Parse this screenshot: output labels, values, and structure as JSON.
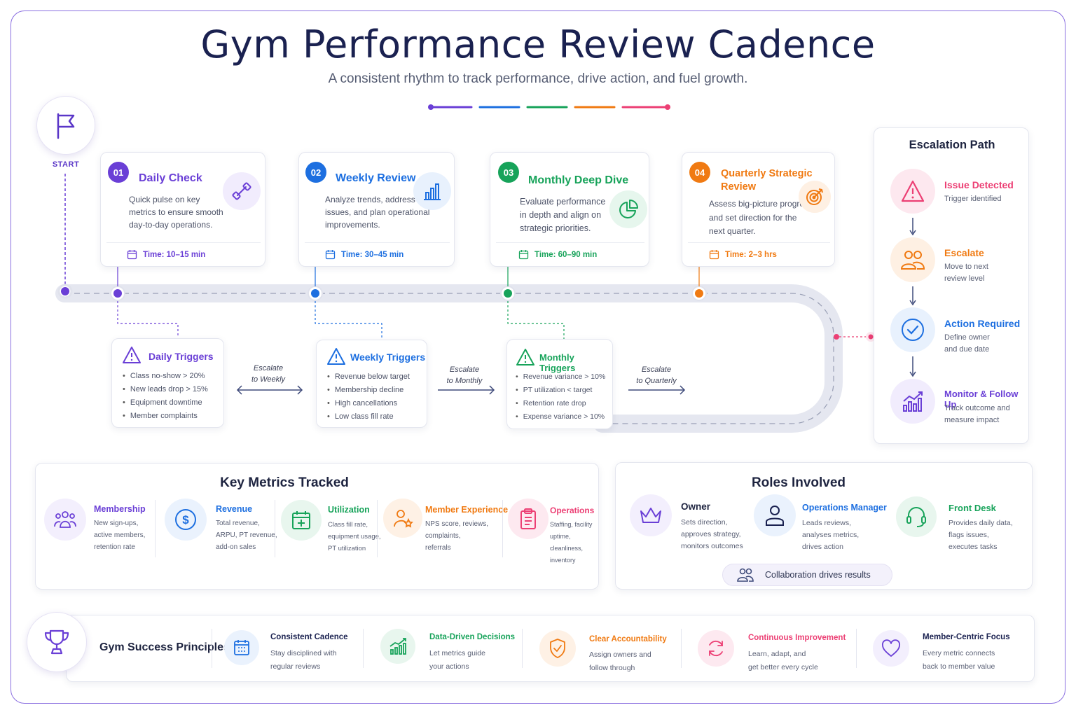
{
  "header": {
    "title": "Gym Performance Review Cadence",
    "subtitle": "A consistent rhythm to track performance, drive action, and fuel growth."
  },
  "colors": {
    "purple": "#6a3fd6",
    "blue": "#1d6fe0",
    "green": "#17a35a",
    "orange": "#f07a12",
    "pink": "#ec3f74",
    "navy": "#1a2150"
  },
  "start_label": "START",
  "steps": [
    {
      "num": "01",
      "title": "Daily Check",
      "desc": [
        "Quick pulse on key",
        "metrics to ensure smooth",
        "day-to-day operations."
      ],
      "time": "Time: 10–15 min",
      "icon": "dumbbell-icon"
    },
    {
      "num": "02",
      "title": "Weekly Review",
      "desc": [
        "Analyze trends, address",
        "issues, and plan operational",
        "improvements."
      ],
      "time": "Time: 30–45 min",
      "icon": "bar-chart-icon"
    },
    {
      "num": "03",
      "title": "Monthly Deep Dive",
      "desc": [
        "Evaluate performance",
        "in depth and align on",
        "strategic priorities."
      ],
      "time": "Time: 60–90 min",
      "icon": "pie-chart-icon"
    },
    {
      "num": "04",
      "title": [
        "Quarterly Strategic",
        "Review"
      ],
      "desc": [
        "Assess big-picture progress",
        "and set direction for the",
        "next quarter."
      ],
      "time": "Time: 2–3 hrs",
      "icon": "target-icon"
    }
  ],
  "triggers": [
    {
      "title": "Daily Triggers",
      "items": [
        "Class no-show > 20%",
        "New leads drop > 15%",
        "Equipment downtime",
        "Member complaints"
      ]
    },
    {
      "title": "Weekly Triggers",
      "items": [
        "Revenue below target",
        "Membership decline",
        "High cancellations",
        "Low class fill rate"
      ]
    },
    {
      "title": "Monthly Triggers",
      "items": [
        "Revenue variance > 10%",
        "PT utilization < target",
        "Retention rate drop",
        "Expense variance > 10%"
      ]
    }
  ],
  "escalations": [
    [
      "Escalate",
      "to Weekly"
    ],
    [
      "Escalate",
      "to Monthly"
    ],
    [
      "Escalate",
      "to Quarterly"
    ]
  ],
  "escalation_path": {
    "title": "Escalation Path",
    "items": [
      {
        "title": "Issue Detected",
        "desc": [
          "Trigger identified"
        ],
        "icon": "warning-icon"
      },
      {
        "title": "Escalate",
        "desc": [
          "Move to next",
          "review level"
        ],
        "icon": "people-icon"
      },
      {
        "title": "Action Required",
        "desc": [
          "Define owner",
          "and due date"
        ],
        "icon": "check-circle-icon"
      },
      {
        "title": "Monitor & Follow Up",
        "desc": [
          "Track outcome and",
          "measure impact"
        ],
        "icon": "trend-chart-icon"
      }
    ]
  },
  "metrics": {
    "title": "Key Metrics Tracked",
    "items": [
      {
        "title": "Membership",
        "desc": [
          "New sign-ups,",
          "active members,",
          "retention rate"
        ],
        "icon": "group-icon"
      },
      {
        "title": "Revenue",
        "desc": [
          "Total revenue,",
          "ARPU, PT revenue,",
          "add-on sales"
        ],
        "icon": "dollar-icon"
      },
      {
        "title": "Utilization",
        "desc": [
          "Class fill rate,",
          "equipment usage,",
          "PT utilization"
        ],
        "icon": "calendar-plus-icon"
      },
      {
        "title": "Member Experience",
        "desc": [
          "NPS score, reviews,",
          "complaints,",
          "referrals"
        ],
        "icon": "user-star-icon"
      },
      {
        "title": "Operations",
        "desc": [
          "Staffing, facility",
          "uptime, cleanliness,",
          "inventory"
        ],
        "icon": "clipboard-icon"
      }
    ]
  },
  "roles": {
    "title": "Roles Involved",
    "items": [
      {
        "title": "Owner",
        "desc": [
          "Sets direction,",
          "approves strategy,",
          "monitors outcomes"
        ],
        "icon": "crown-icon"
      },
      {
        "title": "Operations Manager",
        "desc": [
          "Leads reviews,",
          "analyses metrics,",
          "drives action"
        ],
        "icon": "person-icon"
      },
      {
        "title": "Front Desk",
        "desc": [
          "Provides daily data,",
          "flags issues,",
          "executes tasks"
        ],
        "icon": "headset-icon"
      }
    ],
    "collab": "Collaboration drives results"
  },
  "principles": {
    "title": "Gym Success Principles",
    "items": [
      {
        "title": "Consistent Cadence",
        "desc": [
          "Stay disciplined with",
          "regular reviews"
        ],
        "icon": "calendar-icon"
      },
      {
        "title": "Data-Driven Decisions",
        "desc": [
          "Let metrics guide",
          "your actions"
        ],
        "icon": "growth-chart-icon"
      },
      {
        "title": "Clear Accountability",
        "desc": [
          "Assign owners and",
          "follow through"
        ],
        "icon": "shield-check-icon"
      },
      {
        "title": "Continuous Improvement",
        "desc": [
          "Learn, adapt, and",
          "get better every cycle"
        ],
        "icon": "refresh-icon"
      },
      {
        "title": "Member-Centric Focus",
        "desc": [
          "Every metric connects",
          "back to member value"
        ],
        "icon": "heart-icon"
      }
    ]
  }
}
